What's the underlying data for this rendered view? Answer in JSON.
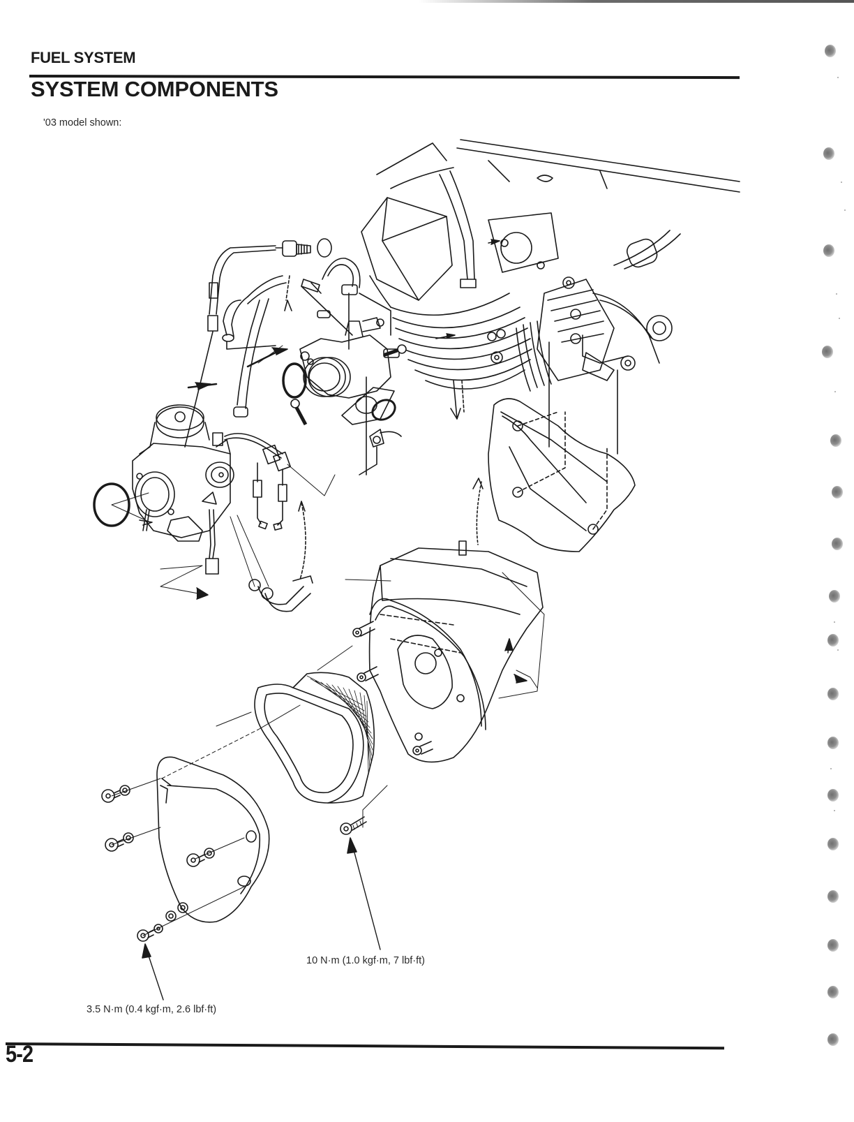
{
  "header": {
    "section": "FUEL SYSTEM",
    "title": "SYSTEM COMPONENTS",
    "note": "'03 model shown:"
  },
  "diagram": {
    "description": "Exploded view of fuel system components",
    "parts": [
      "engine-assembly",
      "throttle-cable",
      "fuel-hose",
      "vacuum-hose",
      "carburetor",
      "carburetor-o-ring",
      "intake-manifold",
      "insulator-o-ring",
      "wire-connector",
      "air-cleaner-cover-inner",
      "air-cleaner-housing",
      "air-cleaner-element",
      "air-cleaner-cover",
      "cover-screws",
      "housing-bolt"
    ],
    "torque_specs": [
      {
        "target": "housing-bolt",
        "label": "10 N·m (1.0 kgf·m, 7 lbf·ft)"
      },
      {
        "target": "cover-screw",
        "label": "3.5 N·m (0.4 kgf·m, 2.6 lbf·ft)"
      }
    ]
  },
  "footer": {
    "page_number": "5-2"
  },
  "colors": {
    "ink": "#1a1a1a",
    "paper": "#ffffff",
    "punch_hole": "#7a7a7a"
  }
}
